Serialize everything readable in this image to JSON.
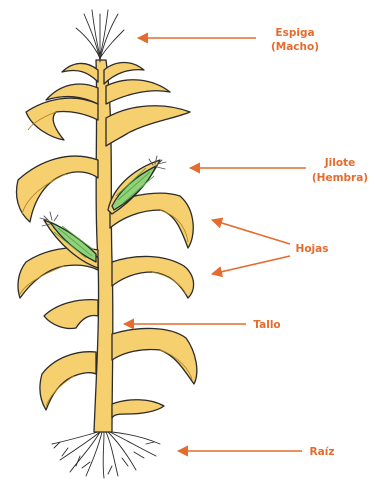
{
  "colors": {
    "label": "#e56b2e",
    "arrow": "#e56b2e",
    "leaf_fill": "#f6cf6e",
    "leaf_light": "#fbe3a0",
    "outline": "#2b2b2b",
    "ear_fill": "#8fd27a",
    "ear_stripe": "#5aa84a",
    "root": "#2b2b2b"
  },
  "labels": {
    "espiga_line1": "Espiga",
    "espiga_line2": "(Macho)",
    "jilote_line1": "Jilote",
    "jilote_line2": "(Hembra)",
    "hojas": "Hojas",
    "tallo": "Tallo",
    "raiz": "Raíz"
  },
  "icons": {
    "arrow": "left-arrow-icon"
  }
}
